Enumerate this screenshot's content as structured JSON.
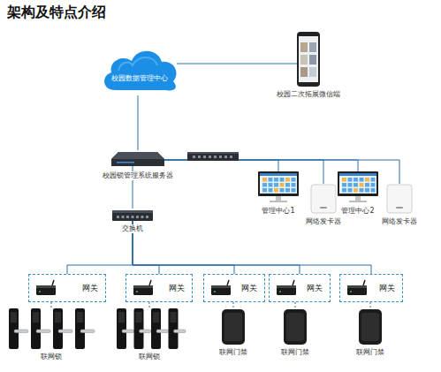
{
  "diagram": {
    "title": "架构及特点介绍",
    "nodes": [
      {
        "text": [
          "校园数据管理中心"
        ]
      },
      {
        "text": [
          "校园二次拓展微信端"
        ]
      },
      {
        "text": [
          "校园锁管理系统服务器"
        ]
      },
      {
        "text": [
          "管理中心1"
        ]
      },
      {
        "text": [
          "网络发卡器"
        ]
      },
      {
        "text": [
          "管理中心2"
        ]
      },
      {
        "text": [
          "网络发卡器"
        ]
      },
      {
        "text": [
          "交换机"
        ]
      },
      {
        "text": [
          "网关"
        ]
      },
      {
        "text": [
          "网关"
        ]
      },
      {
        "text": [
          "网关"
        ]
      },
      {
        "text": [
          "网关"
        ]
      },
      {
        "text": [
          "网关"
        ]
      },
      {
        "text": [
          "联网锁"
        ]
      },
      {
        "text": [
          "联网锁"
        ]
      },
      {
        "text": [
          "联网门禁"
        ]
      },
      {
        "text": [
          "联网门禁"
        ]
      },
      {
        "text": [
          "联网门禁"
        ]
      }
    ],
    "edges": [
      {
        "from": 0,
        "to": 1,
        "arrow": "none"
      },
      {
        "from": 0,
        "to": 2,
        "arrow": "none"
      },
      {
        "from": 2,
        "to": 3,
        "arrow": "none"
      },
      {
        "from": 2,
        "to": 4,
        "arrow": "none"
      },
      {
        "from": 2,
        "to": 5,
        "arrow": "none"
      },
      {
        "from": 2,
        "to": 6,
        "arrow": "none"
      },
      {
        "from": 2,
        "to": 7,
        "arrow": "none"
      },
      {
        "from": 7,
        "to": 8,
        "arrow": "none"
      },
      {
        "from": 7,
        "to": 9,
        "arrow": "none"
      },
      {
        "from": 7,
        "to": 10,
        "arrow": "none"
      },
      {
        "from": 7,
        "to": 11,
        "arrow": "none"
      },
      {
        "from": 7,
        "to": 12,
        "arrow": "none"
      },
      {
        "from": 8,
        "to": 13,
        "arrow": "none"
      },
      {
        "from": 9,
        "to": 14,
        "arrow": "none"
      },
      {
        "from": 10,
        "to": 15,
        "arrow": "none"
      },
      {
        "from": 11,
        "to": 16,
        "arrow": "none"
      },
      {
        "from": 12,
        "to": 17,
        "arrow": "none"
      }
    ]
  }
}
